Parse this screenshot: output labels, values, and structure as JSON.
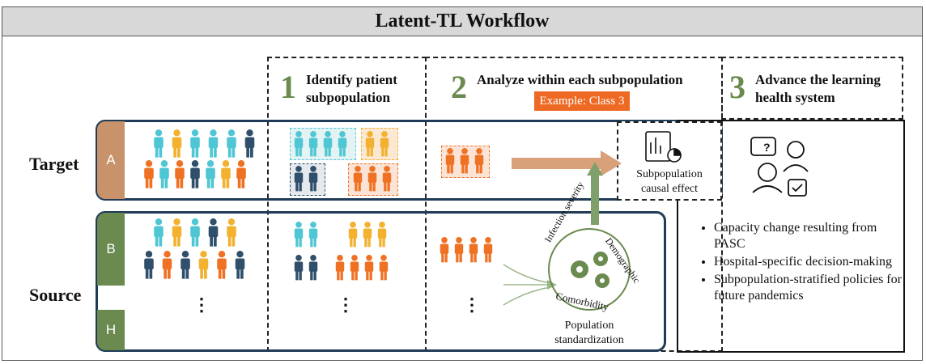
{
  "title": "Latent-TL Workflow",
  "steps": [
    {
      "number": "1",
      "text": "Identify patient subpopulation"
    },
    {
      "number": "2",
      "text": "Analyze within each subpopulation"
    },
    {
      "number": "3",
      "text": "Advance the learning health system"
    }
  ],
  "example_badge": "Example: Class 3",
  "rows": {
    "target": "Target",
    "source": "Source"
  },
  "tabs": {
    "a": "A",
    "b": "B",
    "h": "H"
  },
  "ellipsis": "⋮",
  "effect_caption": "Subpopulation causal effect",
  "standardization_caption": "Population standardization",
  "ring_labels": {
    "infection": "Infection severity",
    "demographic": "Demographic",
    "comorbidity": "Comorbidity"
  },
  "bullets": [
    "Capacity change resulting from PASC",
    "Hospital-specific decision-making",
    "Subpopulation-stratified policies for future pandemics"
  ],
  "colors": {
    "teal": "#4fc6d3",
    "navy": "#2f4f6b",
    "orange": "#ef7224",
    "yellow": "#f2b230",
    "green": "#6a8a4f",
    "tan": "#c8936a",
    "arrow": "#d9a17a",
    "frame": "#1f3b57"
  },
  "icons": [
    "person-icon",
    "chart-report-icon",
    "gears-icon",
    "consultation-icon"
  ]
}
